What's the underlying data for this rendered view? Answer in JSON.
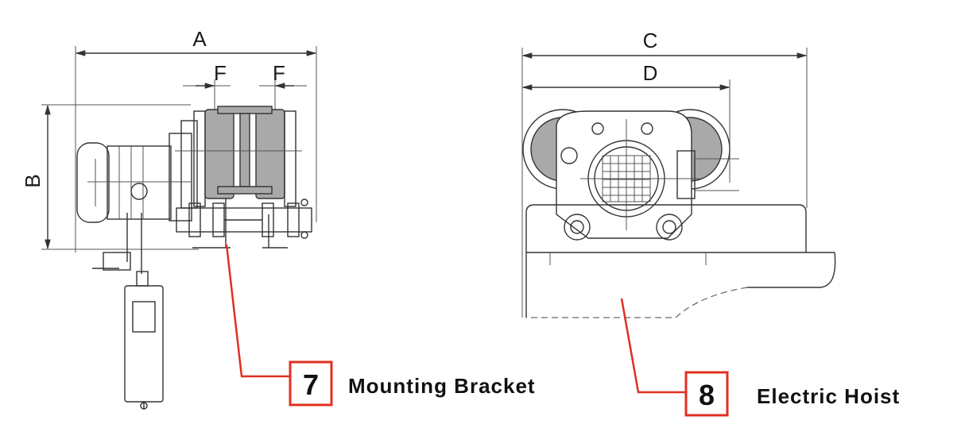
{
  "dimensions": {
    "a": "A",
    "b": "B",
    "c": "C",
    "d": "D",
    "f_left": "F",
    "f_right": "F"
  },
  "callouts": [
    {
      "number": "7",
      "label": "Mounting Bracket"
    },
    {
      "number": "8",
      "label": "Electric Hoist"
    }
  ],
  "colors": {
    "leader": "#e03020",
    "line": "#333333",
    "shade": "#a9a9a9"
  }
}
